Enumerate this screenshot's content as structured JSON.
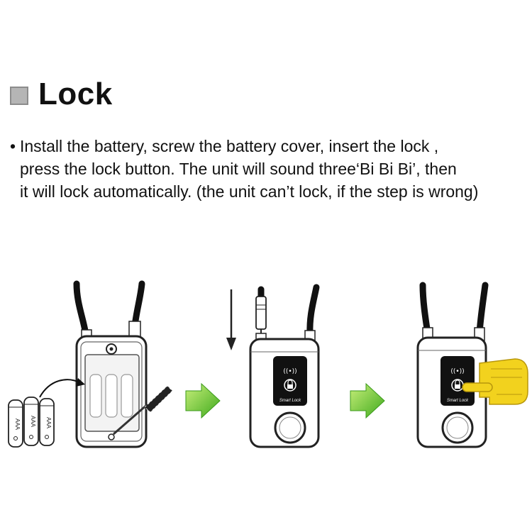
{
  "heading": {
    "text": "Lock"
  },
  "instructions": {
    "line1": "Install the battery, screw the battery cover, insert the lock ,",
    "line2": "press the lock button. The unit will sound three‘Bi Bi Bi’, then",
    "line3": "it will lock automatically. (the unit can’t lock, if the step is wrong)"
  },
  "diagram": {
    "battery_label": "AAA",
    "device_label": "Smart Lock",
    "colors": {
      "arrow_green": "#5cbf2a",
      "finger_yellow": "#f2d21e",
      "outline": "#222222"
    },
    "steps": [
      {
        "icon": "battery-install-illustration"
      },
      {
        "icon": "insert-shackle-illustration"
      },
      {
        "icon": "press-lock-button-illustration"
      }
    ]
  }
}
